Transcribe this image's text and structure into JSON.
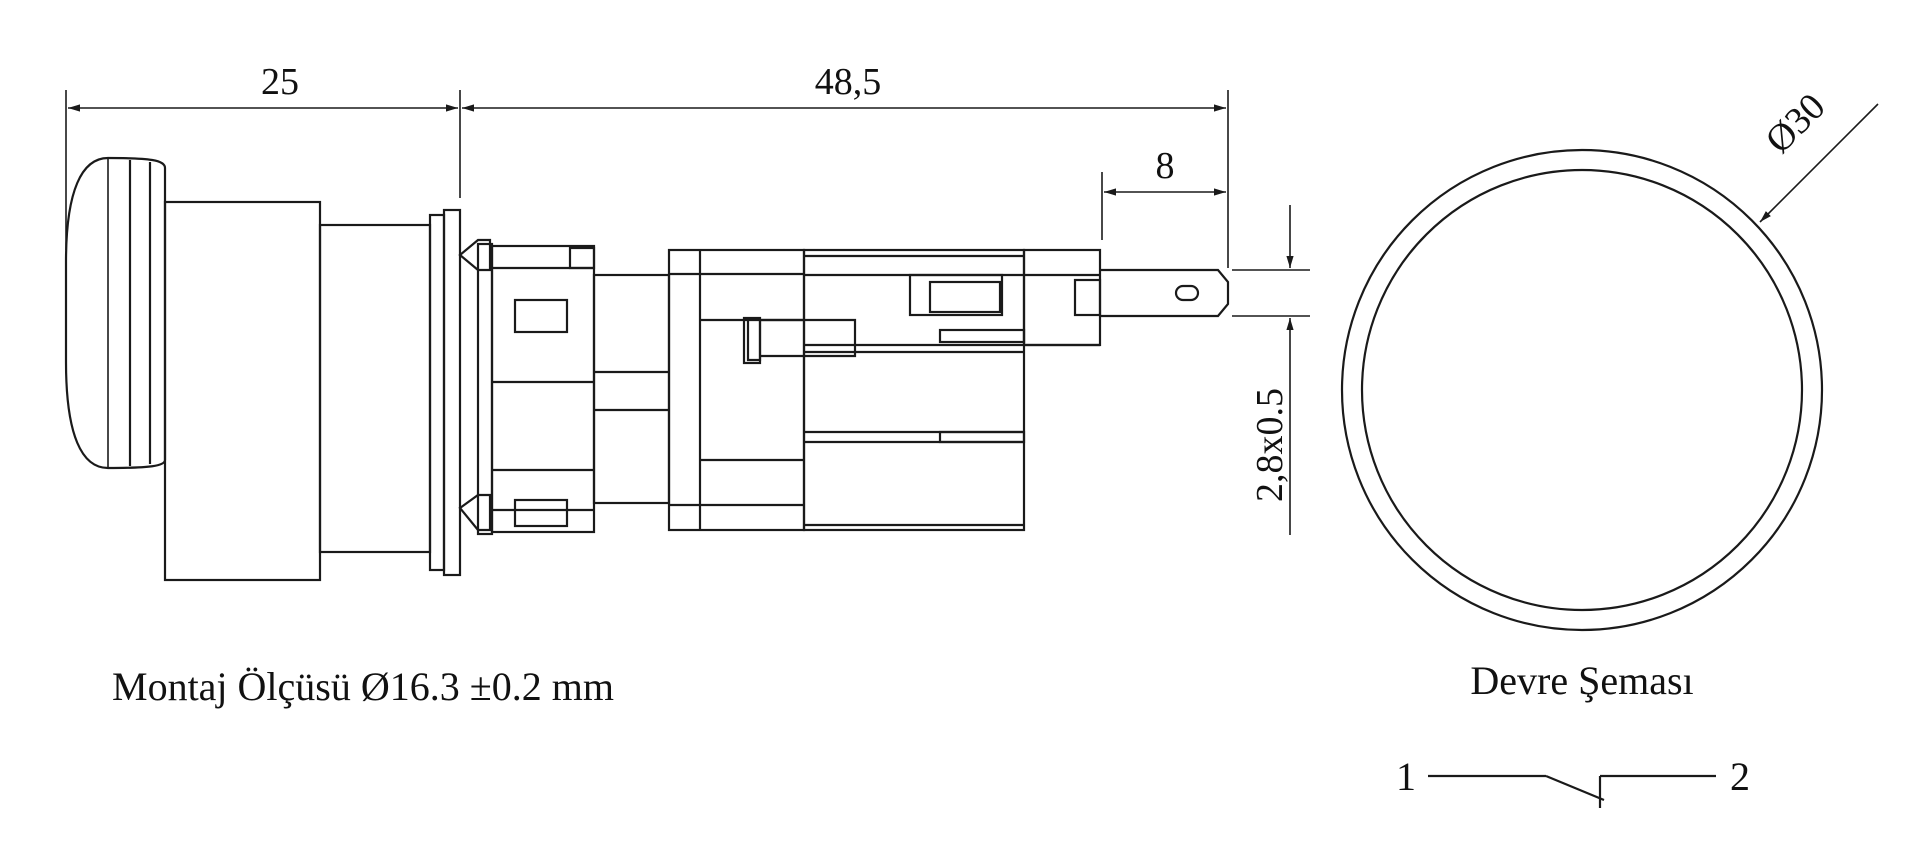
{
  "dimensions": {
    "length_front": "25",
    "length_body": "48,5",
    "terminal_length": "8",
    "terminal_size": "2,8x0.5",
    "diameter": "Ø30"
  },
  "labels": {
    "mounting": "Montaj Ölçüsü Ø16.3 ±0.2 mm",
    "circuit_title": "Devre Şeması",
    "pin_1": "1",
    "pin_2": "2"
  }
}
